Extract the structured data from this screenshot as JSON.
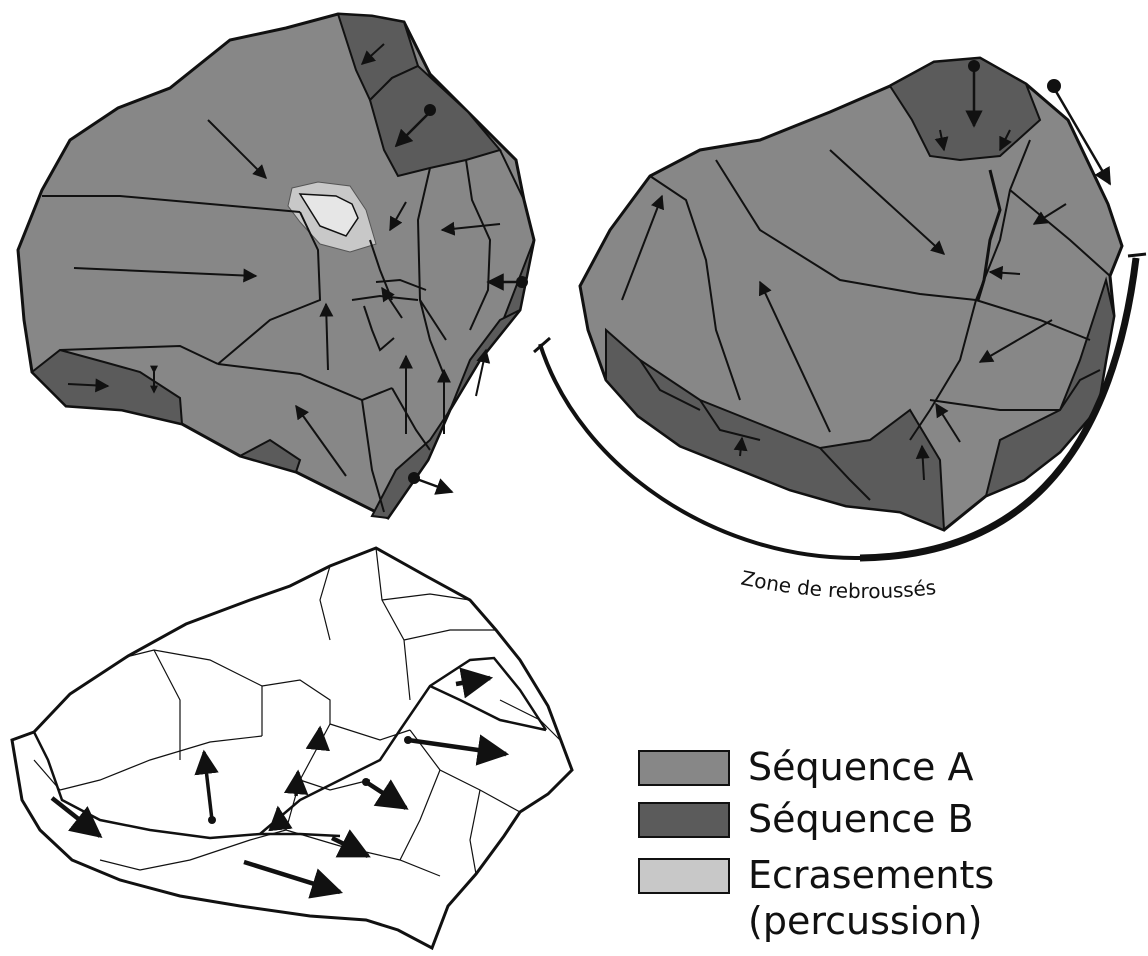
{
  "colors": {
    "sequence_a": "#878787",
    "sequence_b": "#5b5b5b",
    "ecrasements": "#c8c8c8",
    "outline": "#111111"
  },
  "annotations": {
    "zone_label": "Zone de rebroussés"
  },
  "legend": {
    "items": [
      {
        "label": "Séquence A",
        "color": "#878787"
      },
      {
        "label": "Séquence B",
        "color": "#5b5b5b"
      },
      {
        "label": "Ecrasements\n (percussion)",
        "color": "#c8c8c8"
      }
    ]
  }
}
